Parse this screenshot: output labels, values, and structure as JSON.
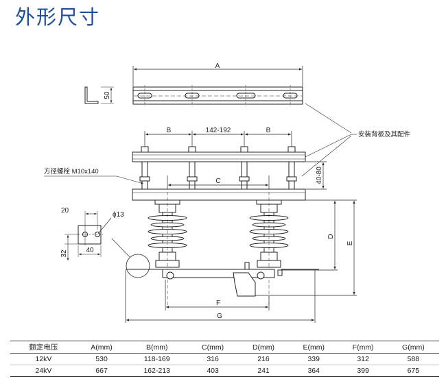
{
  "page": {
    "title": "外形尺寸"
  },
  "drawing": {
    "dims": {
      "A": "A",
      "B_left": "B",
      "B_middle": "142-192",
      "B_right": "B",
      "C": "C",
      "D": "D",
      "E": "E",
      "F": "F",
      "G": "G",
      "angle_height": "50",
      "gap": "40-80",
      "hole_spacing": "20",
      "hole_diameter": "ϕ13",
      "plate_height": "32",
      "plate_width": "40"
    },
    "annotations": {
      "mounting": "安装背板及其配件",
      "bolt": "方径螺栓 M10x140"
    }
  },
  "table": {
    "headers": [
      "额定电压",
      "A(mm)",
      "B(mm)",
      "C(mm)",
      "D(mm)",
      "E(mm)",
      "F(mm)",
      "G(mm)"
    ],
    "rows": [
      [
        "12kV",
        "530",
        "118-169",
        "316",
        "216",
        "339",
        "312",
        "588"
      ],
      [
        "24kV",
        "667",
        "162-213",
        "403",
        "241",
        "364",
        "399",
        "675"
      ]
    ]
  }
}
